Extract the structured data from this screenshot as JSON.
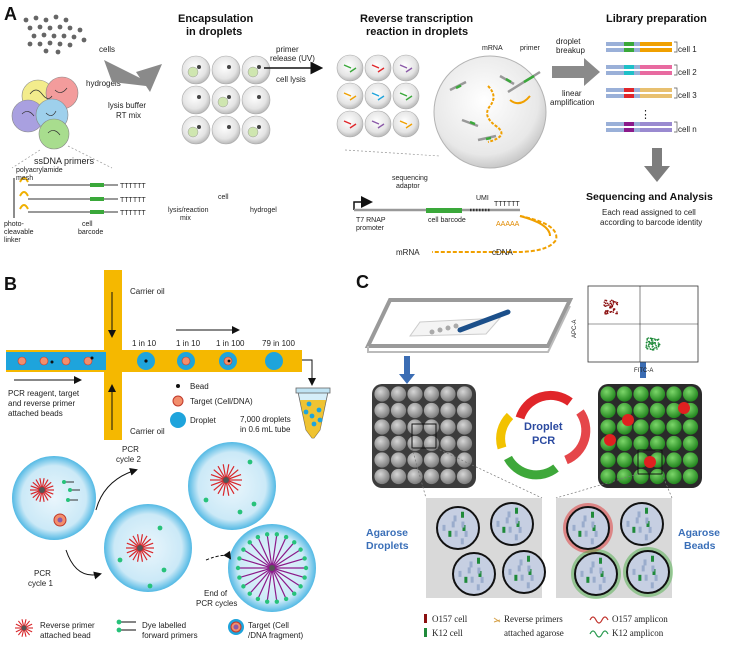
{
  "panel_a": {
    "letter": "A",
    "cells": "cells",
    "hydrogels": "hydrogels",
    "ssdna_primers": "ssDNA primers",
    "polyacrylamide": "polyacrylamide",
    "mesh": "mesh",
    "photo": "photo-",
    "cleavable": "cleavable",
    "linker": "linker",
    "cell_barcode_1": "cell",
    "cell_barcode_2": "barcode",
    "tttttt": "TTTTTT",
    "lysis_buffer": "lysis buffer",
    "rt_mix": "RT mix",
    "encap_title_1": "Encapsulation",
    "encap_title_2": "in droplets",
    "lysis_reaction_1": "lysis/reaction",
    "lysis_reaction_2": "mix",
    "cell_label": "cell",
    "hydrogel_label": "hydrogel",
    "primer_1": "primer",
    "primer_2": "release (UV)",
    "cell_lysis": "cell lysis",
    "rt_title_1": "Reverse transcription",
    "rt_title_2": "reaction in droplets",
    "mrna_small": "mRNA",
    "primer_small": "primer",
    "sequencing": "sequencing",
    "adaptor": "adaptor",
    "umi": "UMI",
    "t7_1": "T7 RNAP",
    "t7_2": "promoter",
    "cell_barcode_long": "cell barcode",
    "aaaaa": "AAAAA",
    "mrna": "mRNA",
    "cdna": "cDNA",
    "droplet_1": "droplet",
    "droplet_2": "breakup",
    "linear_1": "linear",
    "linear_2": "amplification",
    "lib_title": "Library preparation",
    "cell_1": "cell 1",
    "cell_2": "cell 2",
    "cell_3": "cell 3",
    "dots": "⋮",
    "cell_n": "cell n",
    "seq_title": "Sequencing and Analysis",
    "seq_sub_1": "Each read assigned to cell",
    "seq_sub_2": "according to barcode identity"
  },
  "panel_b": {
    "letter": "B",
    "carrier_oil_top": "Carrier oil",
    "carrier_oil_bottom": "Carrier oil",
    "r1": "1 in 10",
    "r2": "1 in 10",
    "r3": "1 in 100",
    "r4": "79 in 100",
    "pcr_reagent_1": "PCR reagent, target",
    "pcr_reagent_2": "and reverse primer",
    "pcr_reagent_3": "attached beads",
    "legend_bead": "Bead",
    "legend_target": "Target (Cell/DNA)",
    "legend_droplet": "Droplet",
    "tube_1": "7,000 droplets",
    "tube_2": "in 0.6 mL tube",
    "pcr_c2_1": "PCR",
    "pcr_c2_2": "cycle 2",
    "pcr_c1_1": "PCR",
    "pcr_c1_2": "cycle 1",
    "end_1": "End of",
    "end_2": "PCR cycles",
    "leg_rev_1": "Reverse primer",
    "leg_rev_2": "attached bead",
    "leg_dye_1": "Dye labelled",
    "leg_dye_2": "forward primers",
    "leg_target_1": "Target (Cell",
    "leg_target_2": "/DNA fragment)"
  },
  "panel_c": {
    "letter": "C",
    "apc": "APC-A",
    "fitc": "FITC-A",
    "droplet_pcr_1": "Droplet",
    "droplet_pcr_2": "PCR",
    "agarose_droplets_1": "Agarose",
    "agarose_droplets_2": "Droplets",
    "agarose_beads_1": "Agarose",
    "agarose_beads_2": "Beads",
    "leg_o157": "O157 cell",
    "leg_k12": "K12 cell",
    "leg_rev_1": "Reverse primers",
    "leg_rev_2": "attached agarose",
    "leg_o157_amp": "O157 amplicon",
    "leg_k12_amp": "K12 amplicon"
  },
  "colors": {
    "oil": "#f5b800",
    "droplet_blue": "#1ea4dc",
    "green_bead": "#3ea83a",
    "red_cell": "#e02020"
  }
}
